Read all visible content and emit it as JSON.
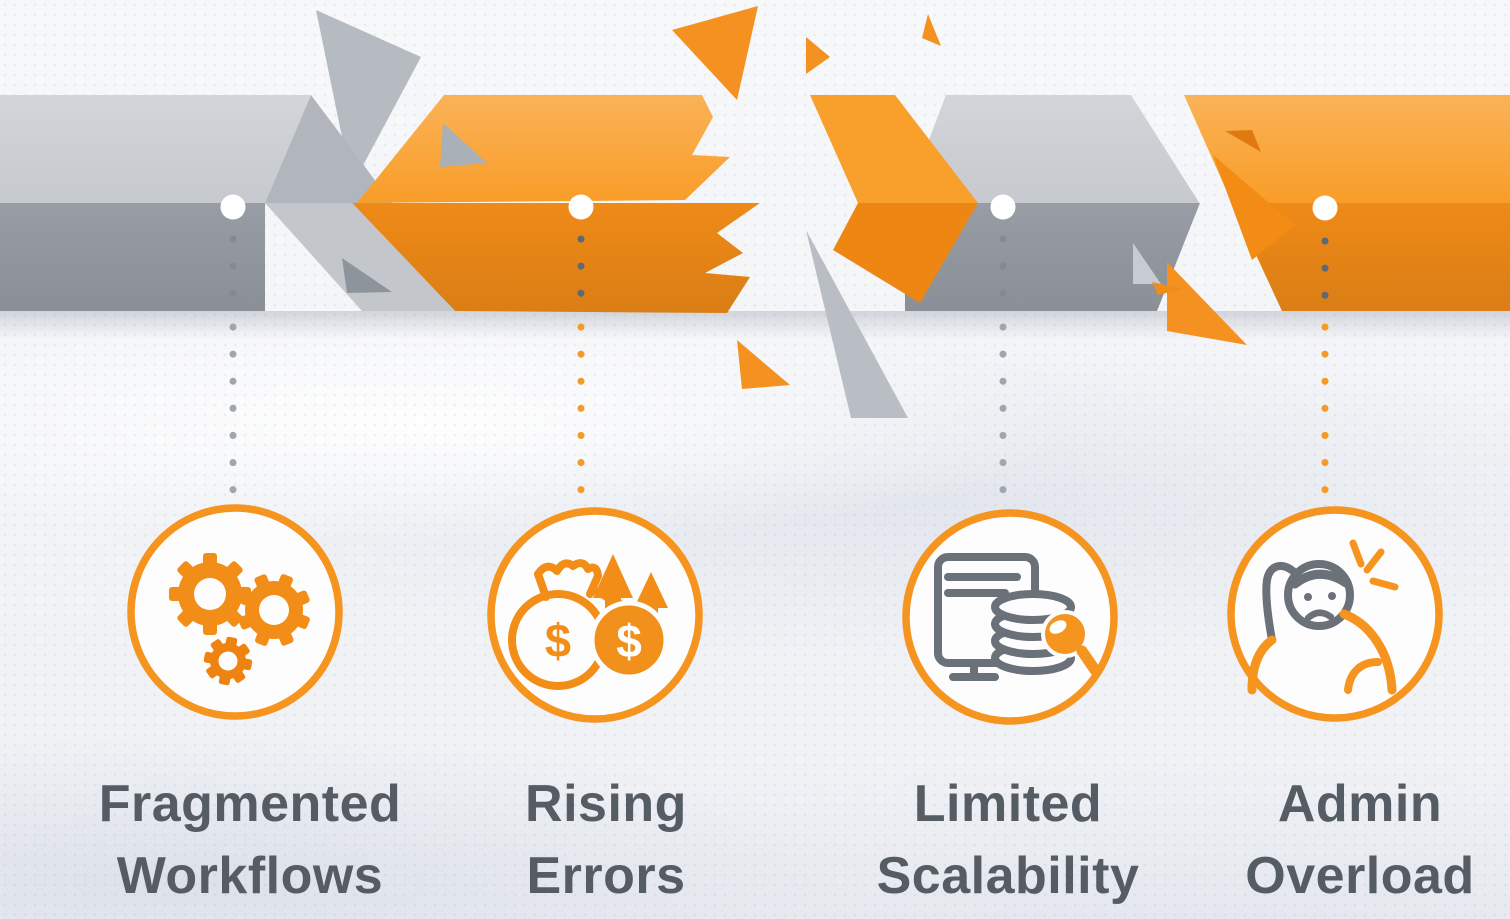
{
  "figure_type": "broken-chevron process infographic",
  "steps": [
    {
      "label_line1": "Fragmented",
      "label_line2": "Workflows",
      "icon": "gears-icon",
      "segment_color": "gray"
    },
    {
      "label_line1": "Rising",
      "label_line2": "Errors",
      "icon": "money-bag-rising-arrows-icon",
      "segment_color": "orange",
      "bag_dollar": "$",
      "coin_dollar": "$"
    },
    {
      "label_line1": "Limited",
      "label_line2": "Scalability",
      "icon": "monitor-coins-magnifier-icon",
      "segment_color": "gray"
    },
    {
      "label_line1": "Admin",
      "label_line2": "Overload",
      "icon": "stressed-person-icon",
      "segment_color": "orange"
    }
  ],
  "colors": {
    "orange_accent": "#f5941e",
    "orange_top": "#f99d28",
    "orange_front": "#ef8a17",
    "gray_top": "#c6c9ce",
    "gray_front": "#989da5",
    "label_text": "#565c64",
    "background": "#f4f5f8",
    "icon_gray": "#6b7178",
    "dotted_gray": "#a0a6ae",
    "dotted_orange": "#f59a26"
  }
}
